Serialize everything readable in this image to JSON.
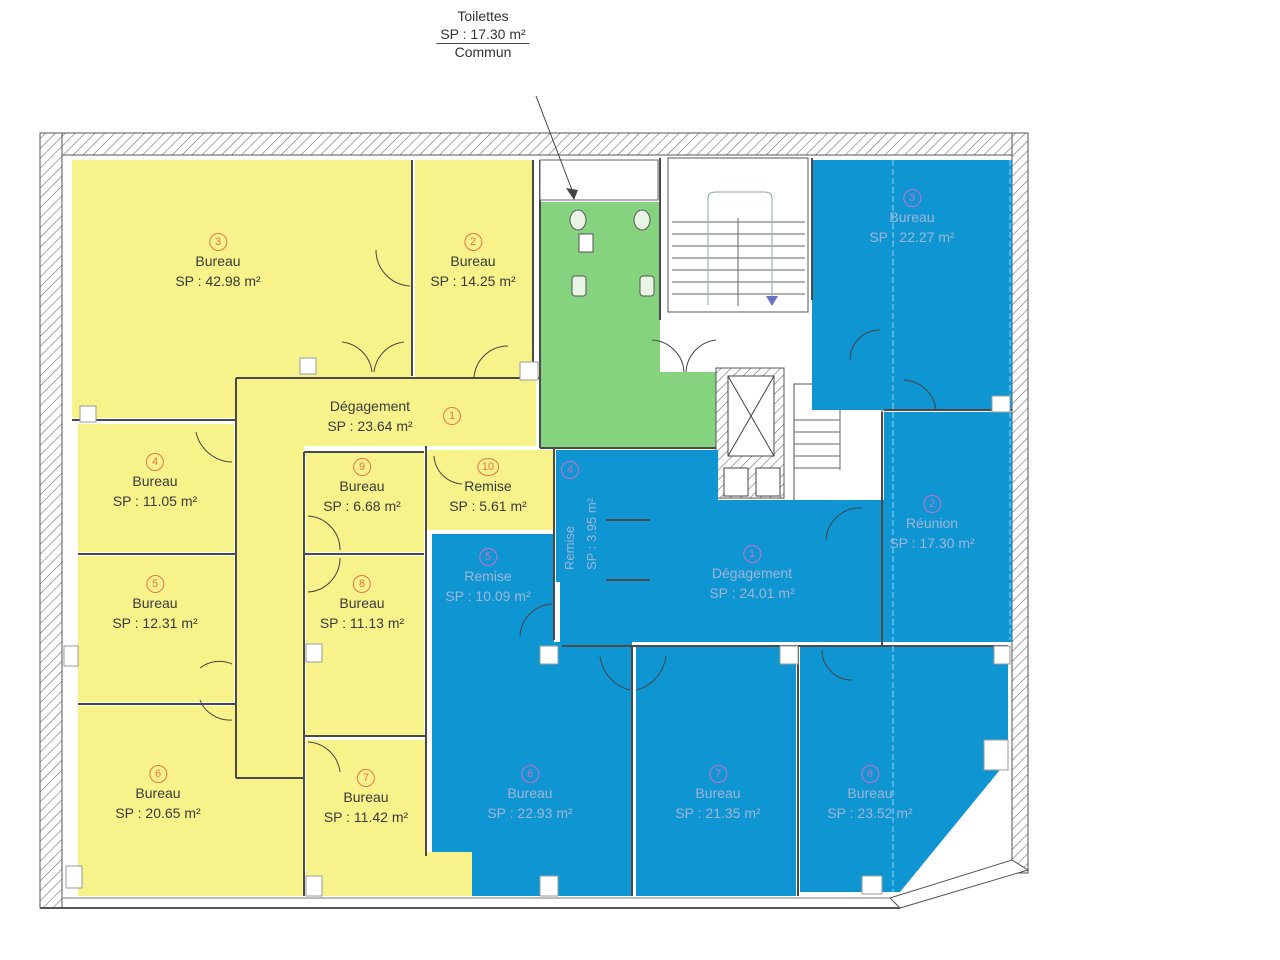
{
  "colors": {
    "yellow_zone": "#f7f28a",
    "green_zone": "#86d37f",
    "blue_zone": "#0f95d2",
    "wall_hatch": "#6a6a6a",
    "number_yellow": "#e9774b",
    "number_blue": "#c770c9",
    "text_blue_zone": "#9fb6d6"
  },
  "callout": {
    "line1": "Toilettes",
    "line2": "SP : 17.30 m²",
    "line3": "Commun"
  },
  "yellow_zone": {
    "rooms": [
      {
        "num": "1",
        "name": "Dégagement",
        "area": "SP : 23.64 m²"
      },
      {
        "num": "2",
        "name": "Bureau",
        "area": "SP : 14.25 m²"
      },
      {
        "num": "3",
        "name": "Bureau",
        "area": "SP : 42.98 m²"
      },
      {
        "num": "4",
        "name": "Bureau",
        "area": "SP : 11.05 m²"
      },
      {
        "num": "5",
        "name": "Bureau",
        "area": "SP : 12.31 m²"
      },
      {
        "num": "6",
        "name": "Bureau",
        "area": "SP : 20.65 m²"
      },
      {
        "num": "7",
        "name": "Bureau",
        "area": "SP : 11.42 m²"
      },
      {
        "num": "8",
        "name": "Bureau",
        "area": "SP : 11.13 m²"
      },
      {
        "num": "9",
        "name": "Bureau",
        "area": "SP : 6.68 m²"
      },
      {
        "num": "10",
        "name": "Remise",
        "area": "SP : 5.61 m²"
      }
    ]
  },
  "blue_zone": {
    "rooms": [
      {
        "num": "1",
        "name": "Dégagement",
        "area": "SP : 24.01 m²"
      },
      {
        "num": "2",
        "name": "Réunion",
        "area": "SP : 17.30 m²"
      },
      {
        "num": "3",
        "name": "Bureau",
        "area": "SP : 22.27 m²"
      },
      {
        "num": "4",
        "name": "Remise",
        "area": "SP : 3.95 m²"
      },
      {
        "num": "5",
        "name": "Remise",
        "area": "SP : 10.09 m²"
      },
      {
        "num": "6",
        "name": "Bureau",
        "area": "SP : 22.93 m²"
      },
      {
        "num": "7",
        "name": "Bureau",
        "area": "SP : 21.35 m²"
      },
      {
        "num": "8",
        "name": "Bureau",
        "area": "SP : 23.52 m²"
      }
    ]
  }
}
